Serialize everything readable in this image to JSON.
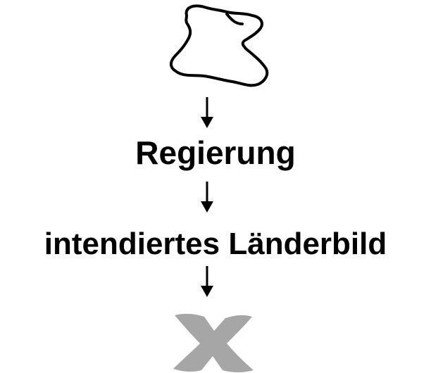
{
  "diagram": {
    "source_symbol": "country-outline-shape",
    "node_government": "Regierung",
    "node_intended_image": "intendiertes Länderbild",
    "result_symbol": "x-mark",
    "colors": {
      "text": "#000000",
      "line": "#000000",
      "x_mark": "#a6a6a6"
    }
  }
}
